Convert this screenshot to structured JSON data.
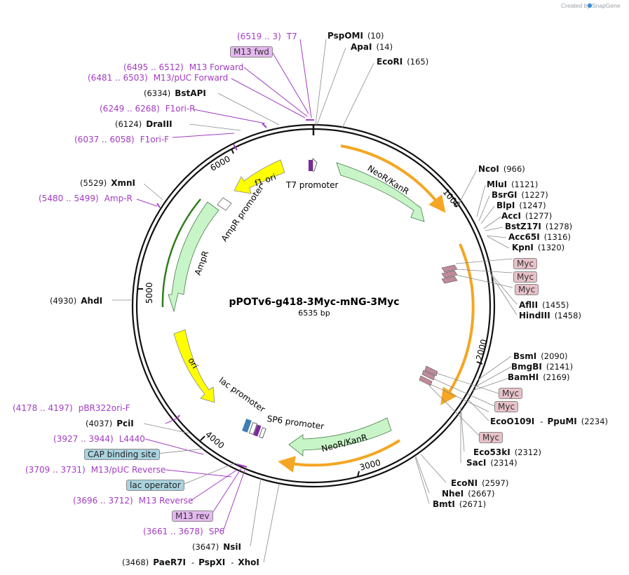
{
  "brand": "Created by SnapGene",
  "plasmid": {
    "name": "pPOTv6-g418-3Myc-mNG-3Myc",
    "size": "6535 bp"
  },
  "ticks": [
    "1000",
    "2000",
    "3000",
    "4000",
    "5000",
    "6000"
  ],
  "features": {
    "neo1": "NeoR/KanR",
    "neo2": "NeoR/KanR",
    "f1ori": "f1 ori",
    "ori": "ori",
    "ampr": "AmpR",
    "ampr_promoter": "AmpR promoter",
    "t7_promoter": "T7 promoter",
    "lac_promoter": "lac promoter",
    "sp6_promoter": "SP6 promoter"
  },
  "sites": {
    "pspomi": {
      "name": "PspOMI",
      "pos": "(10)"
    },
    "apai": {
      "name": "ApaI",
      "pos": "(14)"
    },
    "ecori": {
      "name": "EcoRI",
      "pos": "(165)"
    },
    "ncoi": {
      "name": "NcoI",
      "pos": "(966)"
    },
    "mlui": {
      "name": "MluI",
      "pos": "(1121)"
    },
    "bsrgi": {
      "name": "BsrGI",
      "pos": "(1227)"
    },
    "blpi": {
      "name": "BlpI",
      "pos": "(1247)"
    },
    "acci": {
      "name": "AccI",
      "pos": "(1277)"
    },
    "bstz17i": {
      "name": "BstZ17I",
      "pos": "(1278)"
    },
    "acc65i": {
      "name": "Acc65I",
      "pos": "(1316)"
    },
    "kpni": {
      "name": "KpnI",
      "pos": "(1320)"
    },
    "aflii": {
      "name": "AflII",
      "pos": "(1455)"
    },
    "hindiii": {
      "name": "HindIII",
      "pos": "(1458)"
    },
    "bsmi": {
      "name": "BsmI",
      "pos": "(2090)"
    },
    "bmgbi": {
      "name": "BmgBI",
      "pos": "(2141)"
    },
    "bamhi": {
      "name": "BamHI",
      "pos": "(2169)"
    },
    "eco0109i": {
      "name": "EcoO109I",
      "sep": "-",
      "name2": "PpuMI",
      "pos": "(2234)"
    },
    "eco53ki": {
      "name": "Eco53kI",
      "pos": "(2312)"
    },
    "saci": {
      "name": "SacI",
      "pos": "(2314)"
    },
    "econi": {
      "name": "EcoNI",
      "pos": "(2597)"
    },
    "nhei": {
      "name": "NheI",
      "pos": "(2667)"
    },
    "bmti": {
      "name": "BmtI",
      "pos": "(2671)"
    },
    "nsii": {
      "name": "NsiI",
      "pos": "(3647)"
    },
    "paer7i": {
      "name": "PaeR7I",
      "sep": "-",
      "name2": "PspXI",
      "sep2": "-",
      "name3": "XhoI",
      "pos": "(3468)"
    },
    "pcii": {
      "name": "PciI",
      "pos": "(4037)"
    },
    "ahdi": {
      "name": "AhdI",
      "pos": "(4930)"
    },
    "xmni": {
      "name": "XmnI",
      "pos": "(5529)"
    },
    "draiii": {
      "name": "DraIII",
      "pos": "(6124)"
    },
    "bstapi": {
      "name": "BstAPI",
      "pos": "(6334)"
    }
  },
  "primers": {
    "t7": {
      "name": "T7",
      "pos": "(6519 .. 3)"
    },
    "m13fwd_box": "M13 fwd",
    "m13forward": {
      "name": "M13 Forward",
      "pos": "(6495 .. 6512)"
    },
    "m13puc_forward": {
      "name": "M13/pUC Forward",
      "pos": "(6481 .. 6503)"
    },
    "f1ori_r": {
      "name": "F1ori-R",
      "pos": "(6249 .. 6268)"
    },
    "f1ori_f": {
      "name": "F1ori-F",
      "pos": "(6037 .. 6058)"
    },
    "amp_r": {
      "name": "Amp-R",
      "pos": "(5480 .. 5499)"
    },
    "pbr322ori_f": {
      "name": "pBR322ori-F",
      "pos": "(4178 .. 4197)"
    },
    "l4440": {
      "name": "L4440",
      "pos": "(3927 .. 3944)"
    },
    "m13puc_reverse": {
      "name": "M13/pUC Reverse",
      "pos": "(3709 .. 3731)"
    },
    "m13reverse": {
      "name": "M13 Reverse",
      "pos": "(3696 .. 3712)"
    },
    "m13rev_box": "M13 rev",
    "sp6": {
      "name": "SP6",
      "pos": "(3661 .. 3678)"
    }
  },
  "boxes": {
    "cap": "CAP binding site",
    "lac_operator": "lac operator",
    "myc": "Myc"
  },
  "colors": {
    "neo": "#c8f5c8",
    "ampr": "#c8f5c8",
    "yellow": "#ffff00",
    "orange": "#f5a623",
    "primer": "#a23cc3",
    "myc_box": "#e8c1c9",
    "blue_box": "#a9d3df"
  }
}
